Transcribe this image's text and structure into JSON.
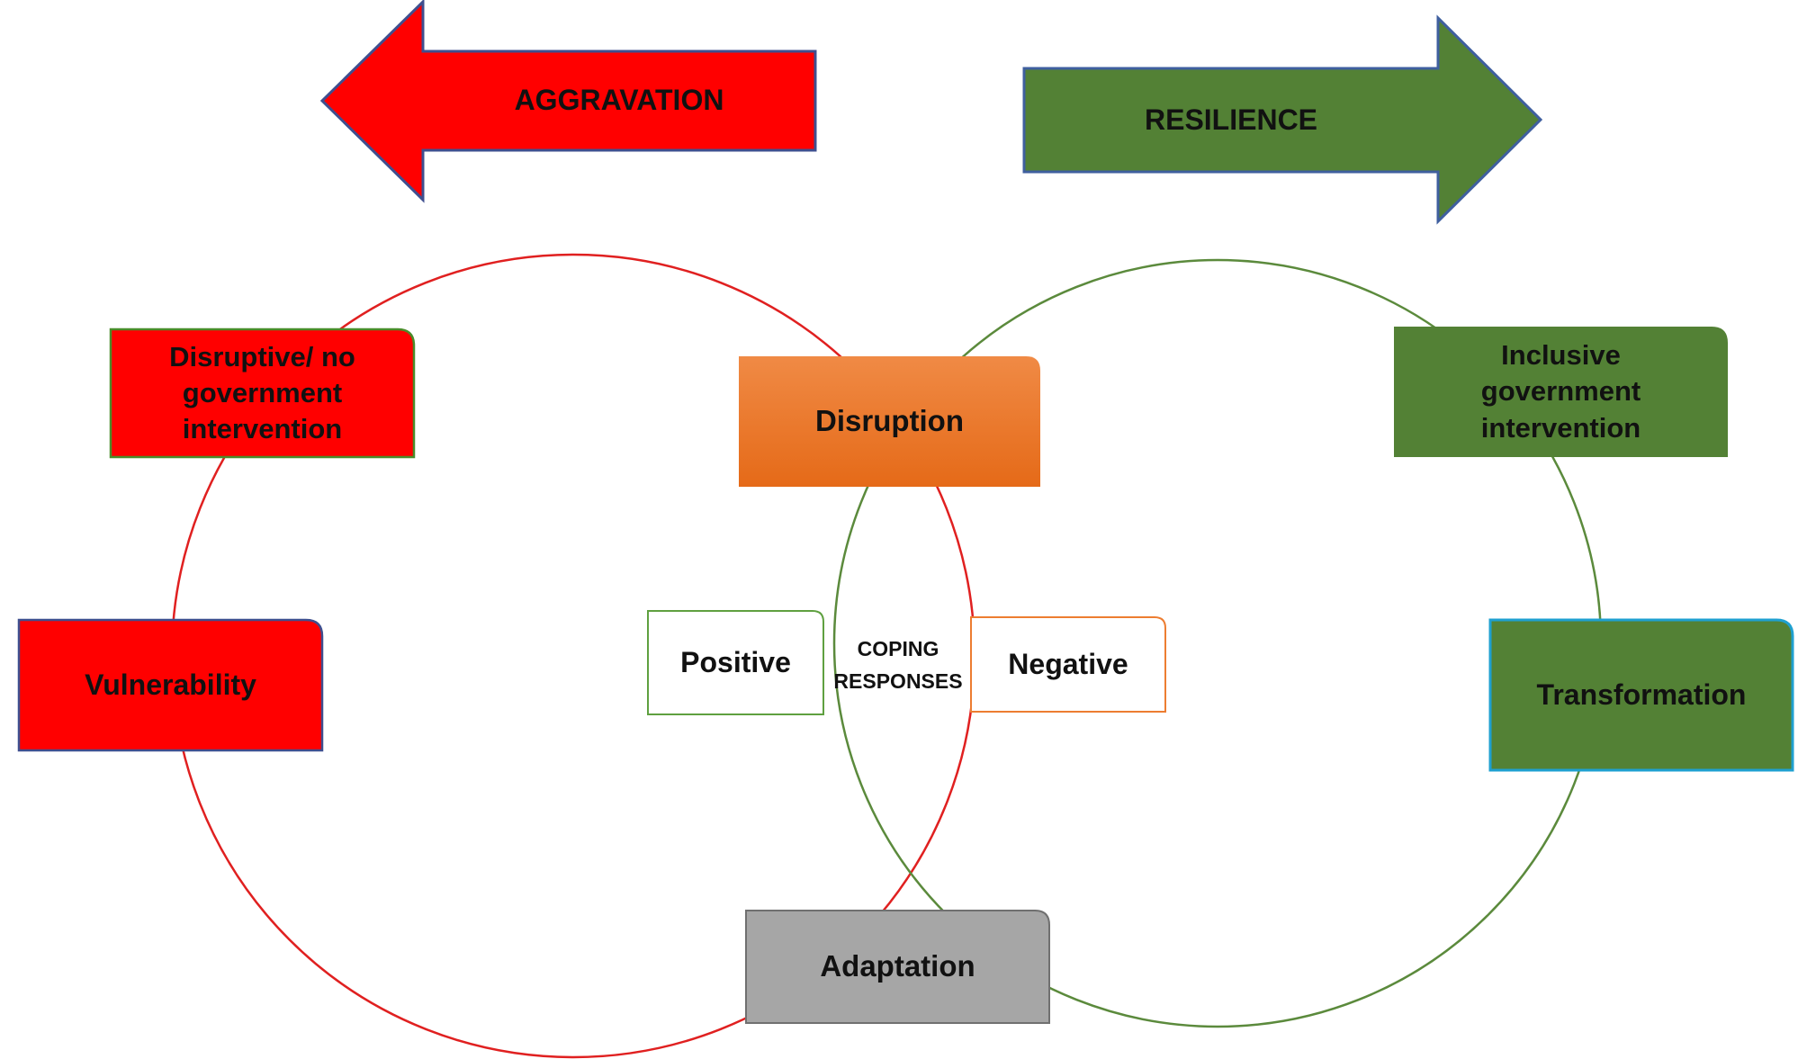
{
  "arrows": {
    "aggravation": {
      "label": "AGGRAVATION",
      "fill": "#ff0000",
      "stroke": "#3f4f8f"
    },
    "resilience": {
      "label": "RESILIENCE",
      "fill": "#538135",
      "stroke": "#3f5f9f"
    }
  },
  "circles": {
    "left_color": "#e02020",
    "right_color": "#5b8a3c"
  },
  "boxes": {
    "disruptive": {
      "label": "Disruptive/ no government intervention",
      "fill": "#ff0000",
      "border": "#4a8c2a"
    },
    "vulnerability": {
      "label": "Vulnerability",
      "fill": "#ff0000",
      "border": "#3f4f8f"
    },
    "disruption": {
      "label": "Disruption",
      "fill": "#ed7d31"
    },
    "inclusive": {
      "label": "Inclusive government intervention",
      "fill": "#538135"
    },
    "transformation": {
      "label": "Transformation",
      "fill": "#538135",
      "border": "#1fa0d0"
    },
    "positive": {
      "label": "Positive",
      "fill": "#ffffff",
      "border": "#5fa040"
    },
    "negative": {
      "label": "Negative",
      "fill": "#ffffff",
      "border": "#ed7d31"
    },
    "adaptation": {
      "label": "Adaptation",
      "fill": "#a6a6a6",
      "border": "#707070"
    }
  },
  "coping": {
    "line1": "COPING",
    "line2": "RESPONSES"
  }
}
